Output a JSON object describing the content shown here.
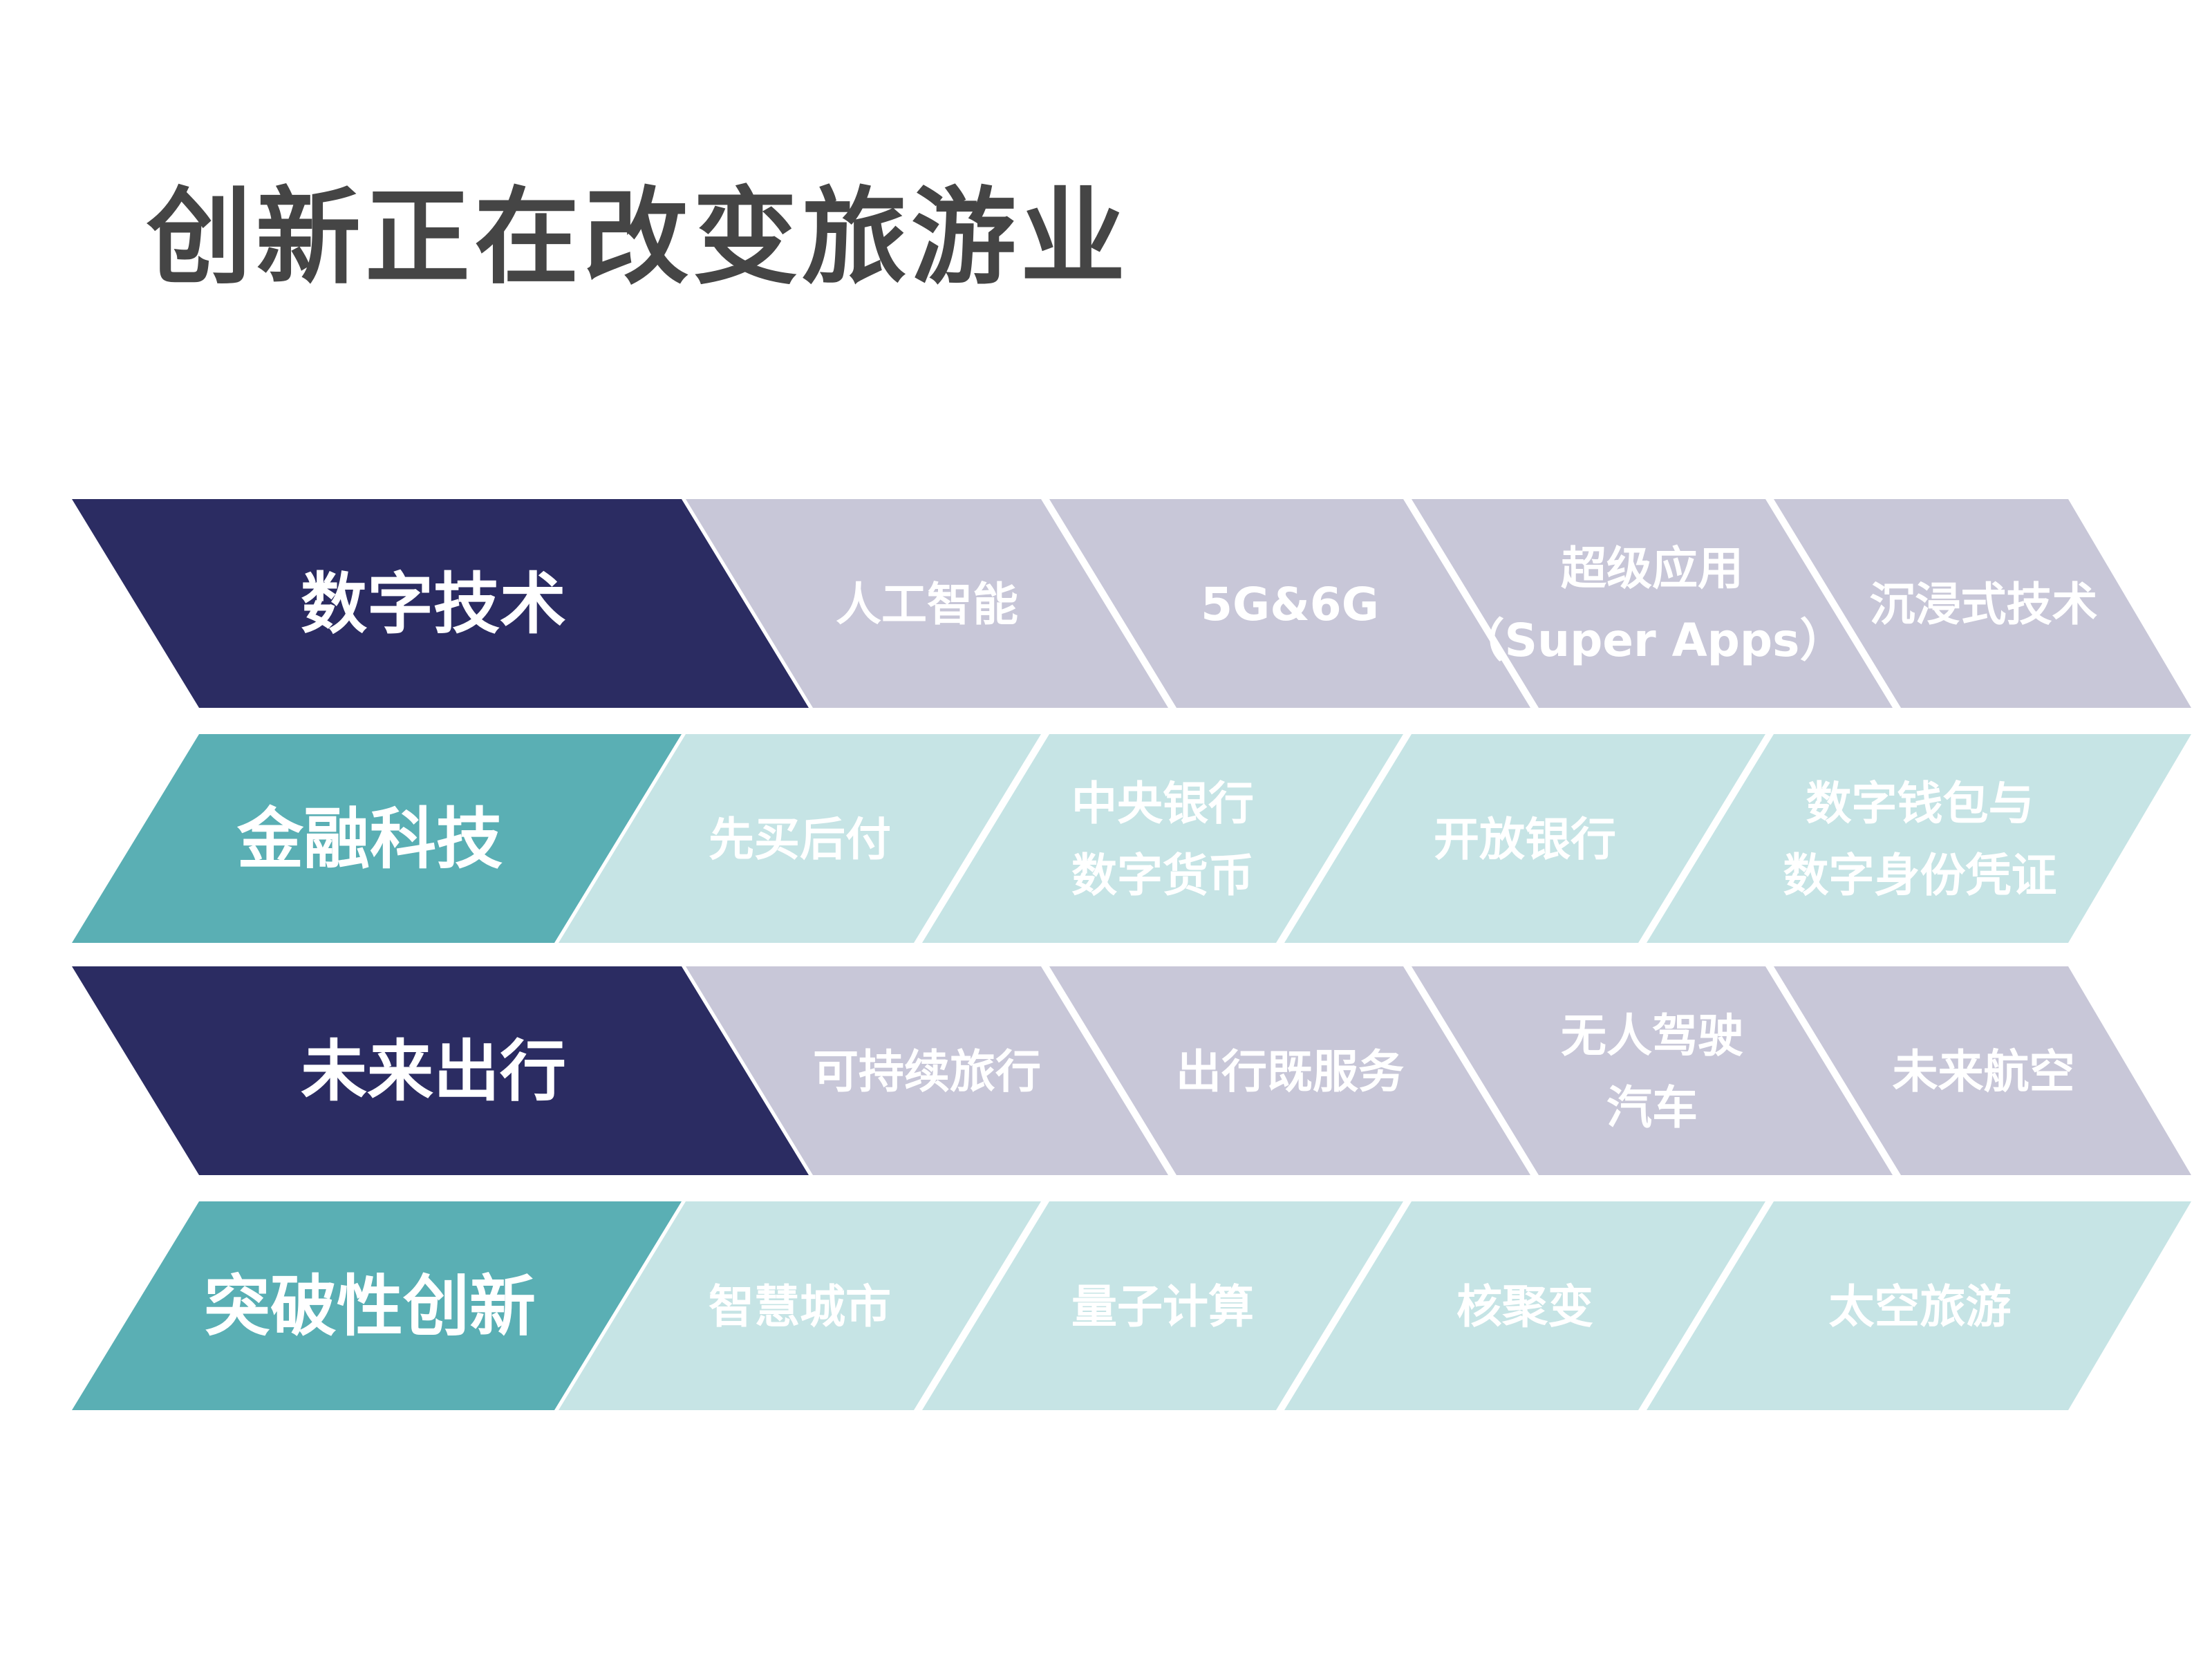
{
  "title": "创新正在改变旅游业",
  "colors": {
    "title_text": "#454545",
    "category_dark_navy": "#2B2C62",
    "item_grey_lavender": "#C8C7D8",
    "category_teal": "#5AAFB4",
    "item_light_teal": "#C6E4E5",
    "label_text": "#FFFFFF"
  },
  "rows": [
    {
      "category": "数字技术",
      "items": [
        [
          "人工智能"
        ],
        [
          "5G&6G"
        ],
        [
          "超级应用",
          "（Super Apps）"
        ],
        [
          "沉浸式技术"
        ]
      ]
    },
    {
      "category": "金融科技",
      "items": [
        [
          "先买后付"
        ],
        [
          "中央银行",
          "数字货币"
        ],
        [
          "开放银行"
        ],
        [
          "数字钱包与",
          "数字身份凭证"
        ]
      ]
    },
    {
      "category": "未来出行",
      "items": [
        [
          "可持续旅行"
        ],
        [
          "出行既服务"
        ],
        [
          "无人驾驶",
          "汽车"
        ],
        [
          "未来航空"
        ]
      ]
    },
    {
      "category": "突破性创新",
      "items": [
        [
          "智慧城市"
        ],
        [
          "量子计算"
        ],
        [
          "核聚变"
        ],
        [
          "太空旅游"
        ]
      ]
    }
  ]
}
